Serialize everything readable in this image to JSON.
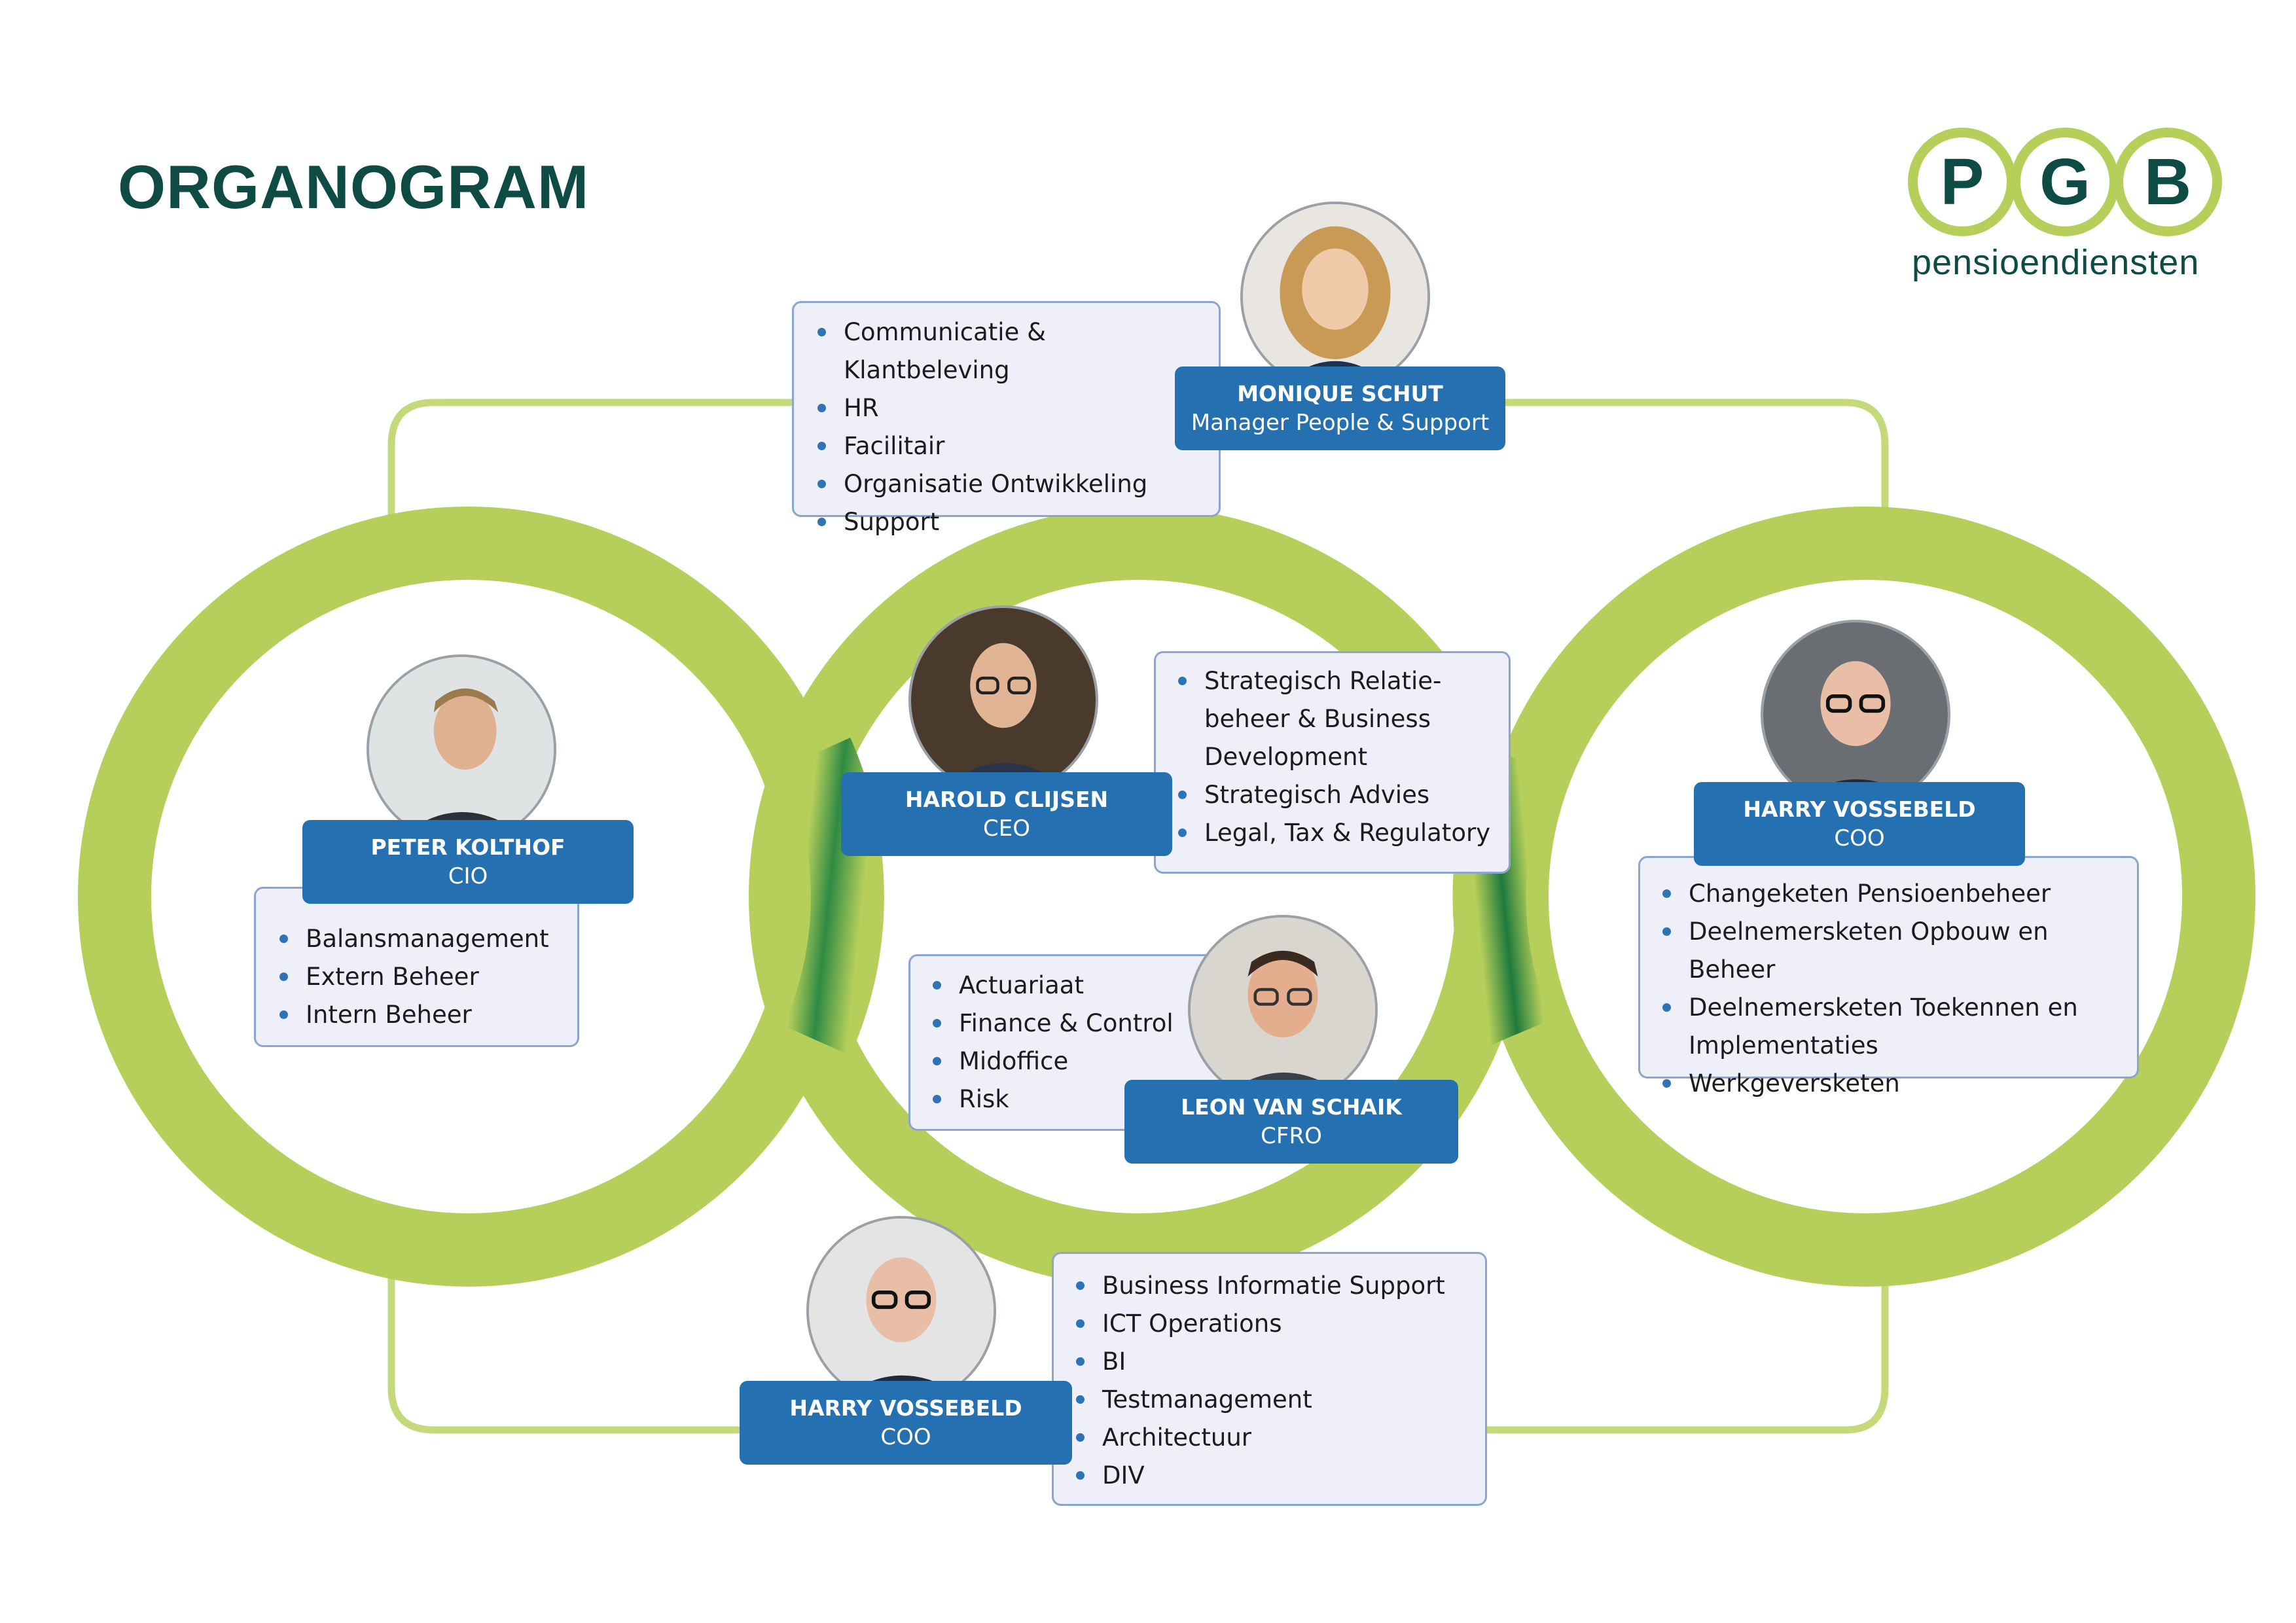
{
  "page_title": "ORGANOGRAM",
  "logo": {
    "letters": [
      "P",
      "G",
      "B"
    ],
    "subtitle": "pensioendiensten",
    "ring_color": "#b5cf5a",
    "text_color": "#0e4b45"
  },
  "colors": {
    "ring_green": "#b5cf5a",
    "ring_dark_green": "#1f7a3c",
    "nametag_blue": "#2470b1",
    "box_fill": "#eeeff8",
    "box_border": "#8aa5cf",
    "title_color": "#0e4b45"
  },
  "people": [
    {
      "id": "monique",
      "name": "MONIQUE SCHUT",
      "role": "Manager People & Support",
      "photo_icon": "portrait-woman-icon",
      "responsibilities": [
        "Communicatie & Klantbeleving",
        "HR",
        "Facilitair",
        "Organisatie Ontwikkeling",
        "Support"
      ]
    },
    {
      "id": "peter",
      "name": "PETER KOLTHOF",
      "role": "CIO",
      "photo_icon": "portrait-man-icon",
      "responsibilities": [
        "Balansmanagement",
        "Extern Beheer",
        "Intern Beheer"
      ]
    },
    {
      "id": "harold",
      "name": "HAROLD CLIJSEN",
      "role": "CEO",
      "photo_icon": "portrait-man-glasses-icon",
      "responsibilities": [
        "Strategisch Relatie-beheer & Business Development",
        "Strategisch Advies",
        "Legal, Tax & Regulatory"
      ]
    },
    {
      "id": "harry-right",
      "name": "HARRY VOSSEBELD",
      "role": "COO",
      "photo_icon": "portrait-man-glasses-icon",
      "responsibilities": [
        "Changeketen Pensioenbeheer",
        "Deelnemersketen Opbouw en Beheer",
        "Deelnemersketen Toekennen en Implementaties",
        "Werkgeversketen"
      ]
    },
    {
      "id": "leon",
      "name": "LEON VAN SCHAIK",
      "role": "CFRO",
      "photo_icon": "portrait-man-glasses-icon",
      "responsibilities": [
        "Actuariaat",
        "Finance & Control",
        "Midoffice",
        "Risk"
      ]
    },
    {
      "id": "harry-bottom",
      "name": "HARRY VOSSEBELD",
      "role": "COO",
      "photo_icon": "portrait-man-glasses-icon",
      "responsibilities": [
        "Business Informatie Support",
        "ICT Operations",
        "BI",
        "Testmanagement",
        "Architectuur",
        "DIV"
      ]
    }
  ]
}
